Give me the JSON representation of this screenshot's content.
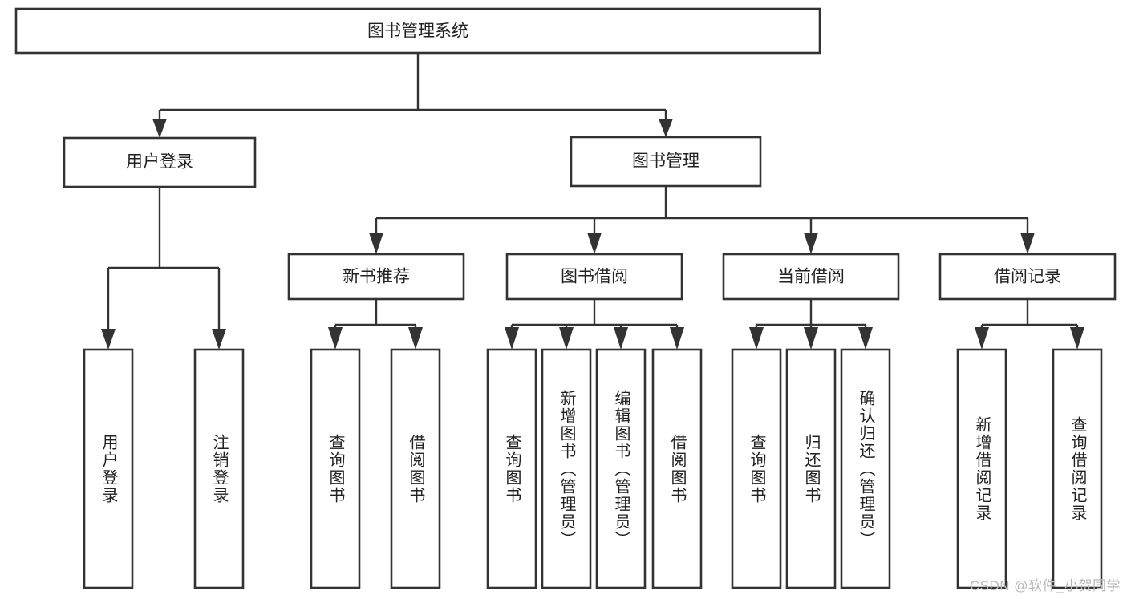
{
  "diagram": {
    "title": "图书管理系统",
    "type": "hierarchy-tree",
    "watermark": "CSDN @软件_小贺同学",
    "colors": {
      "stroke": "#333333",
      "fill": "#ffffff",
      "text": "#222222",
      "watermark": "#b9b9b9"
    },
    "nodes": {
      "root": {
        "label": "图书管理系统",
        "level": 1,
        "orientation": "horizontal"
      },
      "l2": [
        {
          "label": "用户登录",
          "level": 2,
          "orientation": "horizontal"
        },
        {
          "label": "图书管理",
          "level": 2,
          "orientation": "horizontal"
        }
      ],
      "l3": [
        {
          "label": "新书推荐",
          "level": 3,
          "orientation": "horizontal"
        },
        {
          "label": "图书借阅",
          "level": 3,
          "orientation": "horizontal"
        },
        {
          "label": "当前借阅",
          "level": 3,
          "orientation": "horizontal"
        },
        {
          "label": "借阅记录",
          "level": 3,
          "orientation": "horizontal"
        }
      ],
      "leaves": {
        "user_login": [
          {
            "label": "用户登录",
            "orientation": "vertical"
          },
          {
            "label": "注销登录",
            "orientation": "vertical"
          }
        ],
        "new_book_recommend": [
          {
            "label": "查询图书",
            "orientation": "vertical"
          },
          {
            "label": "借阅图书",
            "orientation": "vertical"
          }
        ],
        "book_borrow": [
          {
            "label": "查询图书",
            "orientation": "vertical"
          },
          {
            "label": "新增图书（管理员）",
            "orientation": "vertical"
          },
          {
            "label": "编辑图书（管理员）",
            "orientation": "vertical"
          },
          {
            "label": "借阅图书",
            "orientation": "vertical"
          }
        ],
        "current_borrow": [
          {
            "label": "查询图书",
            "orientation": "vertical"
          },
          {
            "label": "归还图书",
            "orientation": "vertical"
          },
          {
            "label": "确认归还（管理员）",
            "orientation": "vertical"
          }
        ],
        "borrow_record": [
          {
            "label": "新增借阅记录",
            "orientation": "vertical"
          },
          {
            "label": "查询借阅记录",
            "orientation": "vertical"
          }
        ]
      }
    }
  }
}
